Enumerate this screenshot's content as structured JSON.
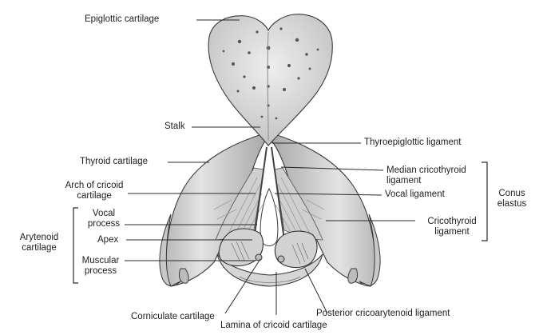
{
  "labels": {
    "epiglottic_cartilage": "Epiglottic cartilage",
    "stalk": "Stalk",
    "thyroepiglottic_ligament": "Thyroepiglottic ligament",
    "thyroid_cartilage": "Thyroid cartilage",
    "median_cricothyroid_ligament": "Median cricothyroid\nligament",
    "arch_of_cricoid_cartilage": "Arch of cricoid\ncartilage",
    "vocal_ligament": "Vocal ligament",
    "conus_elastus": "Conus\nelastus",
    "vocal_process": "Vocal\nprocess",
    "arytenoid_cartilage": "Arytenoid\ncartilage",
    "cricothyroid_ligament": "Cricothyroid\nligament",
    "apex": "Apex",
    "muscular_process": "Muscular\nprocess",
    "corniculate_cartilage": "Corniculate cartilage",
    "posterior_cricoarytenoid_ligament": "Posterior cricoarytenoid ligament",
    "lamina_of_cricoid_cartilage": "Lamina of cricoid cartilage"
  },
  "colors": {
    "line": "#2a2a2a",
    "cartilage": "#dcdcdc",
    "shadow": "#9a9a9a"
  }
}
